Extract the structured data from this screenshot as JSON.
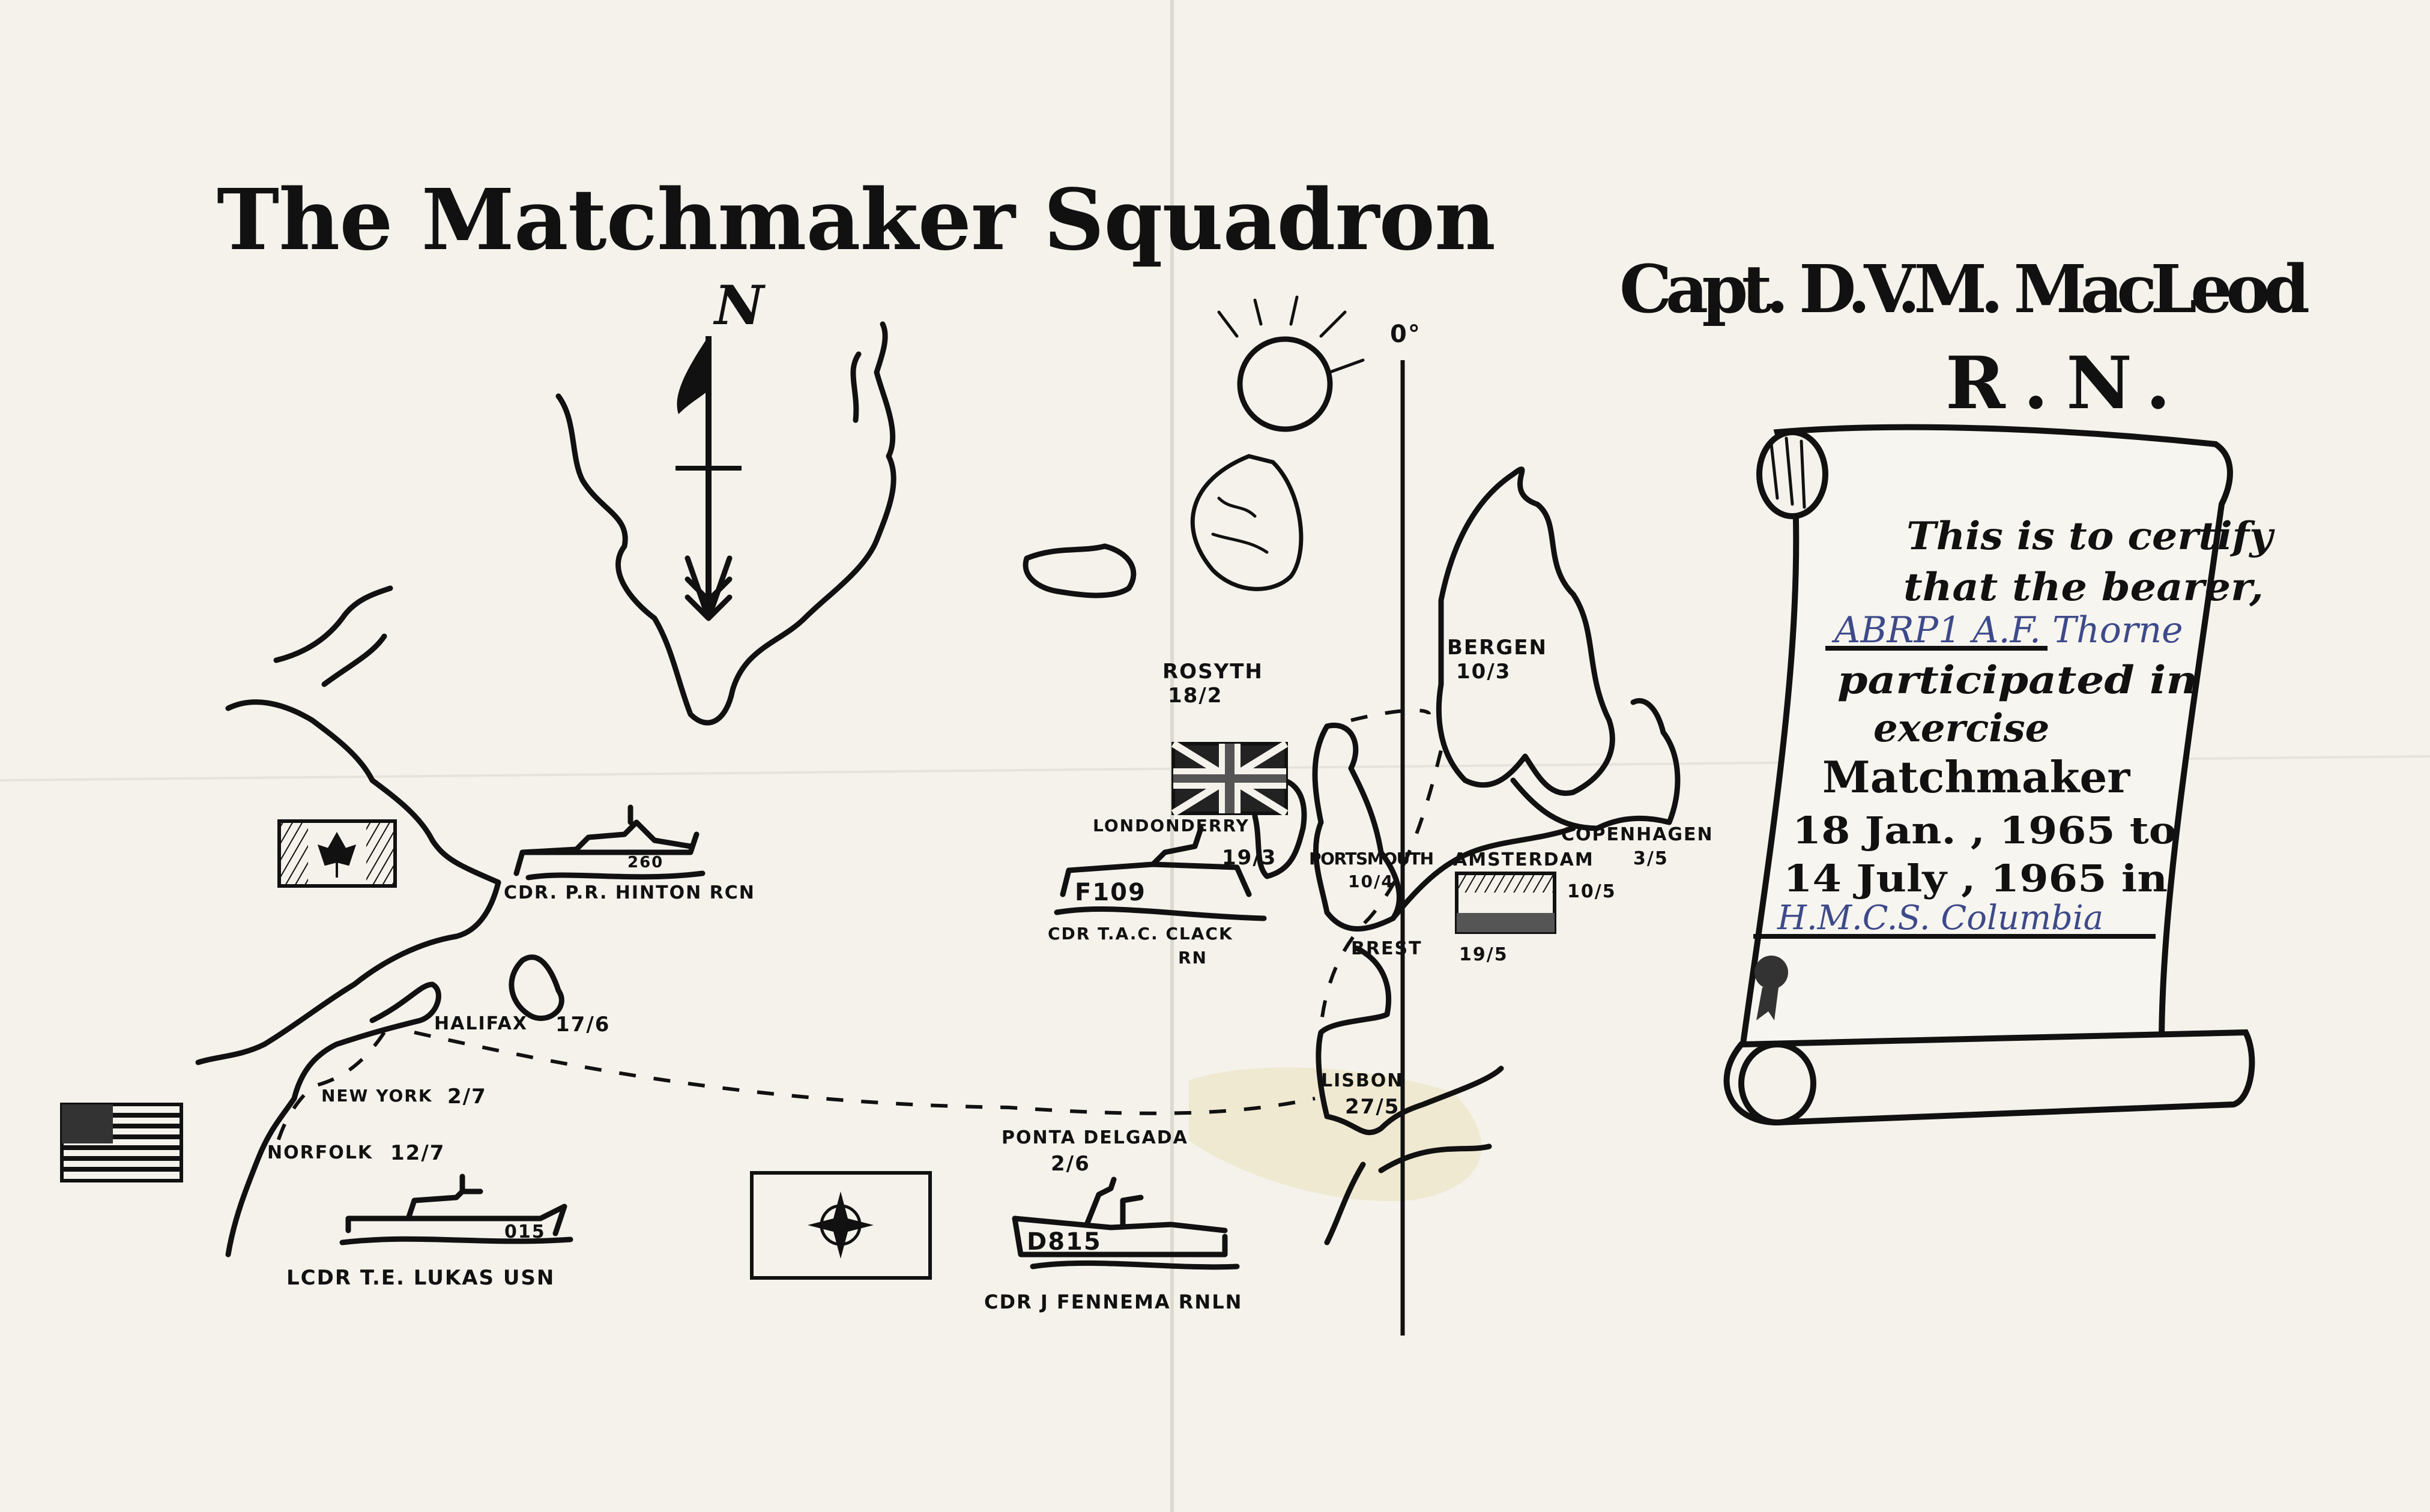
{
  "header": {
    "title": "The Matchmaker Squadron",
    "captain": "Capt. D.V.M. MacLeod",
    "service": "R.N."
  },
  "certificate": {
    "line1": "This is to certify",
    "line2": "that the bearer,",
    "bearer_name": "ABRP1 A.F. Thorne",
    "line3": "participated in",
    "line4": "exercise",
    "line5": "Matchmaker",
    "line6": "18 Jan. , 1965 to",
    "line7": "14 July , 1965 in",
    "ship_name": "H.M.C.S. Columbia"
  },
  "map": {
    "north_label": "N",
    "meridian_label": "0°",
    "ports": [
      {
        "name": "ROSYTH",
        "date": "18/2"
      },
      {
        "name": "BERGEN",
        "date": "10/3"
      },
      {
        "name": "LONDONDERRY",
        "date": "19/3"
      },
      {
        "name": "PORTSMOUTH",
        "date": "10/4"
      },
      {
        "name": "COPENHAGEN",
        "date": "3/5"
      },
      {
        "name": "AMSTERDAM",
        "date": "10/5"
      },
      {
        "name": "BREST",
        "date": "19/5"
      },
      {
        "name": "LISBON",
        "date": "27/5"
      },
      {
        "name": "PONTA DELGADA",
        "date": "2/6"
      },
      {
        "name": "HALIFAX",
        "date": "17/6"
      },
      {
        "name": "NEW YORK",
        "date": "2/7"
      },
      {
        "name": "NORFOLK",
        "date": "12/7"
      }
    ],
    "ships": [
      {
        "pennant": "260",
        "commander": "CDR. P.R. HINTON  RCN"
      },
      {
        "pennant": "F109",
        "commander": "CDR  T.A.C. CLACK",
        "service": "RN"
      },
      {
        "pennant": "015",
        "commander": "LCDR  T.E. LUKAS   USN"
      },
      {
        "pennant": "D815",
        "commander": "CDR J FENNEMA   RNLN"
      }
    ]
  }
}
